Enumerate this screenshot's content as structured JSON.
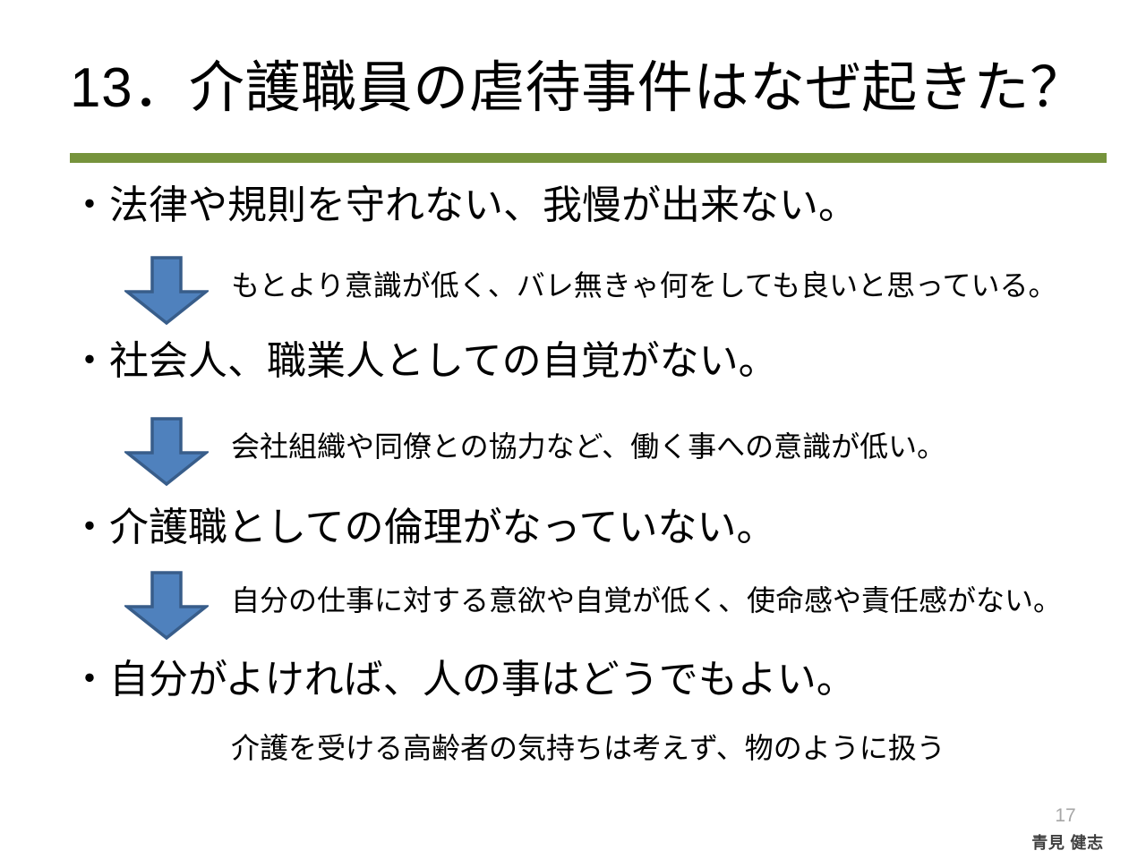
{
  "slide": {
    "title": "13．介護職員の虐待事件はなぜ起きた？",
    "accent_color": "#76933c",
    "arrow_fill": "#4f81bd",
    "arrow_stroke": "#385d8a",
    "background_color": "#ffffff",
    "text_color": "#000000"
  },
  "body": {
    "items": [
      {
        "bullet": "・法律や規則を守れない、我慢が出来ない。",
        "arrow": "down-arrow",
        "sub": "もとより意識が低く、バレ無きゃ何をしても良いと思っている。"
      },
      {
        "bullet": "・社会人、職業人としての自覚がない。",
        "arrow": "down-arrow",
        "sub": "会社組織や同僚との協力など、働く事への意識が低い。"
      },
      {
        "bullet": "・介護職としての倫理がなっていない。",
        "arrow": "down-arrow",
        "sub": "自分の仕事に対する意欲や自覚が低く、使命感や責任感がない。"
      },
      {
        "bullet": "・自分がよければ、人の事はどうでもよい。",
        "arrow": null,
        "sub": "介護を受ける高齢者の気持ちは考えず、物のように扱う"
      }
    ]
  },
  "footer": {
    "page_number": "17",
    "author": "青見 健志"
  }
}
